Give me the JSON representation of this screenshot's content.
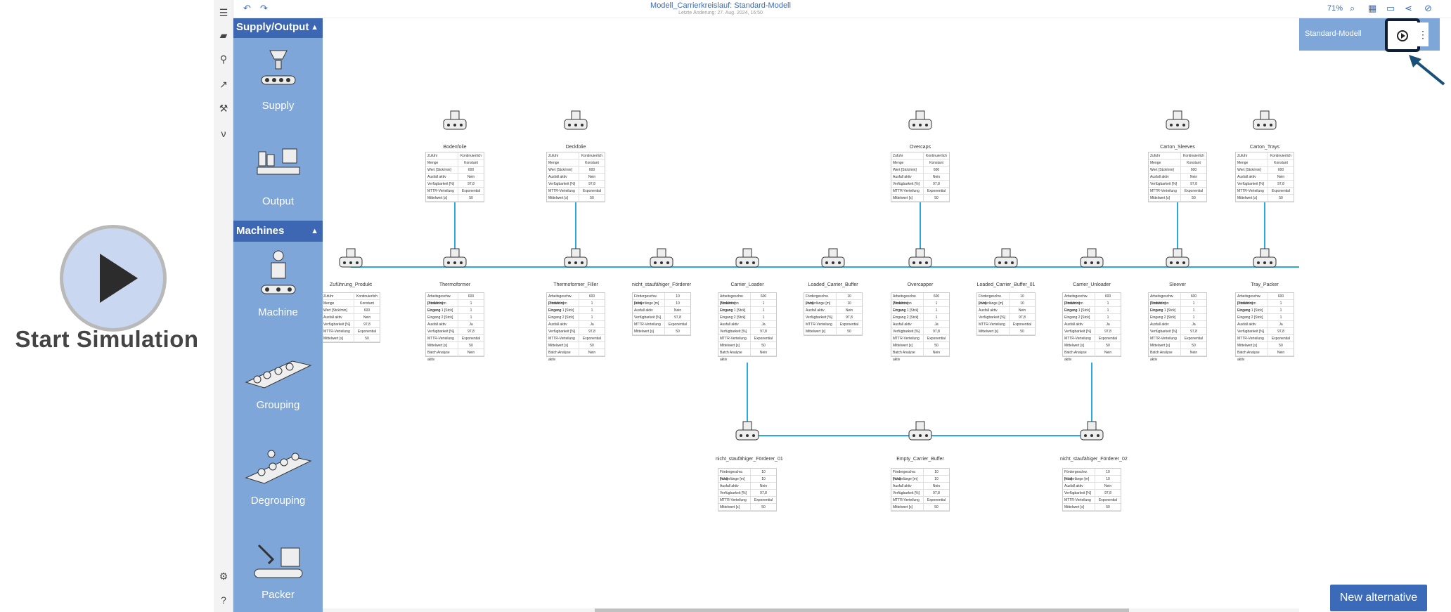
{
  "overlay": {
    "start_label": "Start Simulation"
  },
  "header": {
    "title": "Modell_Carrierkreislauf: Standard-Modell",
    "subtitle": "Letzte Änderung: 27. Aug. 2024, 16:50",
    "zoom": "71%"
  },
  "palette": {
    "section_supply": "Supply/Output",
    "section_machines": "Machines",
    "items": [
      "Supply",
      "Output",
      "Machine",
      "Grouping",
      "Degrouping",
      "Packer"
    ]
  },
  "right_panel": {
    "alternative_name": "Standard-Modell",
    "new_alternative": "New alternative"
  },
  "supplies": [
    {
      "label": "Bodenfolie"
    },
    {
      "label": "Deckfolie"
    },
    {
      "label": "Overcaps"
    },
    {
      "label": "Carton_Sleeves"
    },
    {
      "label": "Carton_Trays"
    }
  ],
  "supply_rows": [
    [
      "Zufuhr",
      "Kontinuierlich"
    ],
    [
      "Menge",
      "Konstant"
    ],
    [
      "Wert [Stck/min]",
      "600"
    ],
    [
      "Ausfall aktiv",
      "Nein"
    ],
    [
      "Verfügbarkeit [%]",
      "97,8"
    ],
    [
      "MTTR-Verteilung",
      "Exponential"
    ],
    [
      "Mittelwert [s]",
      "50"
    ]
  ],
  "main_nodes": [
    {
      "label": "Zuführung_Produkt"
    },
    {
      "label": "Thermoformer"
    },
    {
      "label": "Thermoformer_Filler"
    },
    {
      "label": "nicht_staufähiger_Förderer"
    },
    {
      "label": "Carrier_Loader"
    },
    {
      "label": "Loaded_Carrier_Buffer"
    },
    {
      "label": "Overcapper"
    },
    {
      "label": "Loaded_Carrier_Buffer_01"
    },
    {
      "label": "Carrier_Unloader"
    },
    {
      "label": "Sleever"
    },
    {
      "label": "Tray_Packer"
    }
  ],
  "machine_rows": [
    [
      "Arbeitsgeschw. [Stck/min]",
      "600"
    ],
    [
      "Produkt von Eingang",
      "1"
    ],
    [
      "Eingang 1 [Stck]",
      "1"
    ],
    [
      "Eingang 2 [Stck]",
      "1"
    ],
    [
      "Ausfall aktiv",
      "Ja"
    ],
    [
      "Verfügbarkeit [%]",
      "97,8"
    ],
    [
      "MTTR-Verteilung",
      "Exponential"
    ],
    [
      "Mittelwert [s]",
      "50"
    ],
    [
      "Batch Analyse aktiv",
      "Nein"
    ]
  ],
  "bottom_nodes": [
    {
      "label": "nicht_staufähiger_Förderer_01"
    },
    {
      "label": "Empty_Carrier_Buffer"
    },
    {
      "label": "nicht_staufähiger_Förderer_02"
    }
  ],
  "conveyor_rows": [
    [
      "Fördergeschw. [m/s]",
      "10"
    ],
    [
      "Förderlänge [m]",
      "10"
    ],
    [
      "Ausfall aktiv",
      "Nein"
    ],
    [
      "Verfügbarkeit [%]",
      "97,8"
    ],
    [
      "MTTR-Verteilung",
      "Exponential"
    ],
    [
      "Mittelwert [s]",
      "50"
    ]
  ]
}
